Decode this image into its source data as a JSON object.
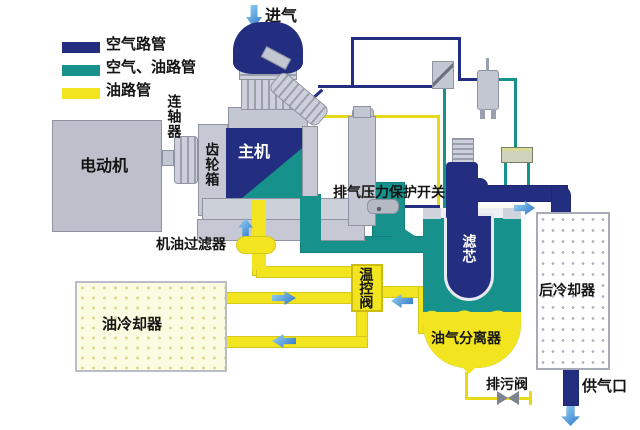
{
  "legend": {
    "items": [
      {
        "label": "空气路管",
        "color": "#232e80"
      },
      {
        "label": "空气、油路管",
        "color": "#17918c"
      },
      {
        "label": "油路管",
        "color": "#f2e41e"
      }
    ]
  },
  "components": {
    "intake": "进气",
    "motor": "电动机",
    "coupling": "连轴器",
    "gearbox": "齿轮箱",
    "airend": "主机",
    "discharge_switch": "排气压力保护开关",
    "oil_filter": "机油过滤器",
    "thermo_valve": "温控阀",
    "oil_cooler": "油冷却器",
    "separator": "油气分离器",
    "filter_element": "滤芯",
    "aftercooler": "后冷却器",
    "drain_valve": "排污阀",
    "supply_port": "供气口"
  },
  "colors": {
    "air_pipe": "#232e80",
    "air_oil_pipe": "#17918c",
    "oil_pipe": "#f2e41e",
    "arrow_blue": "#2a72c8"
  }
}
